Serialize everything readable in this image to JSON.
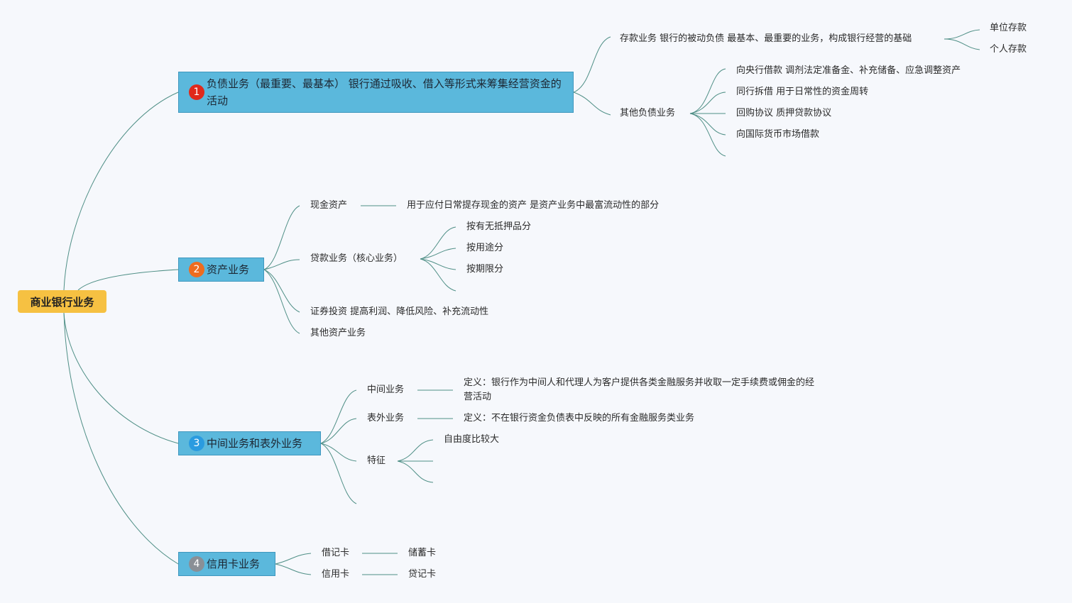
{
  "root": "商业银行业务",
  "branches": [
    {
      "marker": "1",
      "label": "负债业务（最重要、最基本） 银行通过吸收、借入等形式来筹集经营资金的活动"
    },
    {
      "marker": "2",
      "label": "资产业务"
    },
    {
      "marker": "3",
      "label": "中间业务和表外业务"
    },
    {
      "marker": "4",
      "label": "信用卡业务"
    }
  ],
  "liability": {
    "deposit": "存款业务 银行的被动负债 最基本、最重要的业务，构成银行经营的基础",
    "deposit_children": [
      "单位存款",
      "个人存款"
    ],
    "other": "其他负债业务",
    "other_children": [
      "向央行借款 调剂法定准备金、补充储备、应急调整资产",
      "同行拆借 用于日常性的资金周转",
      "回购协议 质押贷款协议",
      "向国际货币市场借款"
    ]
  },
  "asset": {
    "cash": "现金资产",
    "cash_note": "用于应付日常提存现金的资产 是资产业务中最富流动性的部分",
    "loan": "贷款业务（核心业务）",
    "loan_children": [
      "按有无抵押品分",
      "按用途分",
      "按期限分"
    ],
    "securities": "证券投资 提高利润、降低风险、补充流动性",
    "other": "其他资产业务"
  },
  "intermediary": {
    "middle": "中间业务",
    "middle_def": "定义：银行作为中间人和代理人为客户提供各类金融服务并收取一定手续费或佣金的经营活动",
    "offbs": "表外业务",
    "offbs_def": "定义：不在银行资金负债表中反映的所有金融服务类业务",
    "feature": "特征",
    "feature_children": [
      "自由度比较大"
    ]
  },
  "card": {
    "debit": "借记卡",
    "debit_child": "储蓄卡",
    "credit": "信用卡",
    "credit_child": "贷记卡"
  },
  "colors": {
    "root": "#f6c142",
    "branch": "#5bb8dc",
    "connector": "#4f8f86",
    "marker1": "#e0291b",
    "marker2": "#ee6c1f",
    "marker3": "#2a9be0",
    "marker4": "#8a8f96"
  }
}
